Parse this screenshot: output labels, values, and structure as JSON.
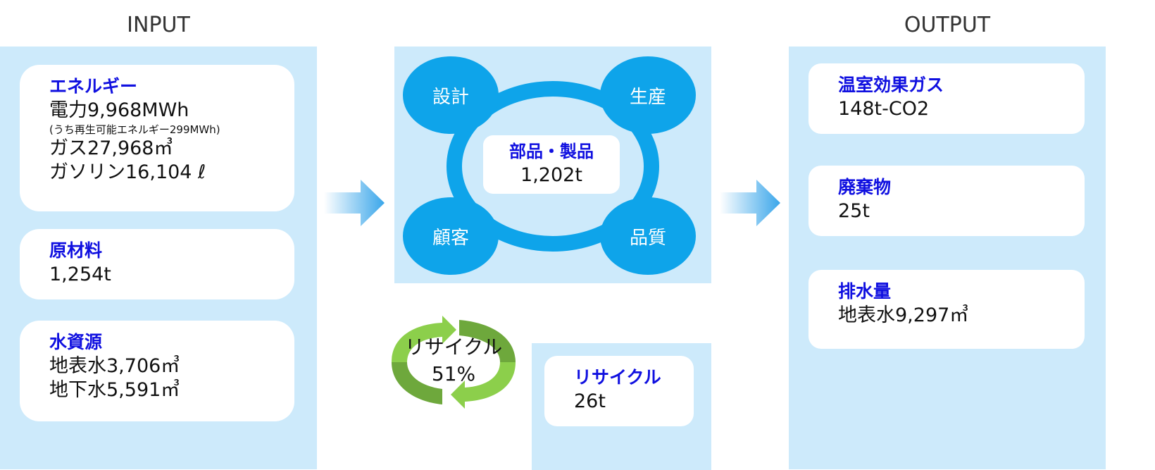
{
  "input": {
    "title": "INPUT",
    "energy": {
      "heading": "エネルギー",
      "electricity": "電力9,968MWh",
      "renewable": "(うち再生可能エネルギー299MWh)",
      "gas": "ガス27,968㎥",
      "gasoline": "ガソリン16,104 ℓ"
    },
    "materials": {
      "heading": "原材料",
      "value": "1,254t"
    },
    "water": {
      "heading": "水資源",
      "surface": "地表水3,706㎥",
      "ground": "地下水5,591㎥"
    }
  },
  "process": {
    "cycle": [
      "設計",
      "生産",
      "顧客",
      "品質"
    ],
    "center_heading": "部品・製品",
    "center_value": "1,202t",
    "recycle_rate_label": "リサイクル",
    "recycle_rate": "51%",
    "recycle": {
      "heading": "リサイクル",
      "value": "26t"
    }
  },
  "output": {
    "title": "OUTPUT",
    "ghg": {
      "heading": "温室効果ガス",
      "value": "148t-CO2"
    },
    "waste": {
      "heading": "廃棄物",
      "value": "25t"
    },
    "wastewater": {
      "heading": "排水量",
      "value": "地表水9,297㎥"
    }
  }
}
